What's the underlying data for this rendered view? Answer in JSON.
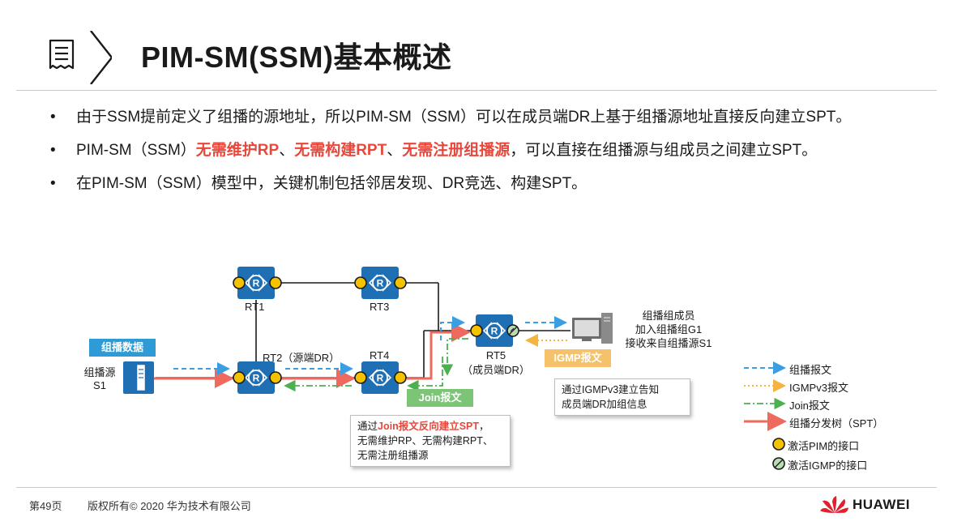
{
  "page": {
    "title": "PIM-SM(SSM)基本概述"
  },
  "bullets": [
    {
      "text": "由于SSM提前定义了组播的源地址，所以PIM-SM（SSM）可以在成员端DR上基于组播源地址直接反向建立SPT。"
    },
    {
      "pre": "PIM-SM（SSM）",
      "hl1": "无需维护RP",
      "sep1": "、",
      "hl2": "无需构建RPT",
      "sep2": "、",
      "hl3": "无需注册组播源",
      "post": "，可以直接在组播源与组成员之间建立SPT。"
    },
    {
      "text": "在PIM-SM（SSM）模型中，关键机制包括邻居发现、DR竞选、构建SPT。"
    }
  ],
  "diagram": {
    "routers": {
      "rt1": "RT1",
      "rt2": "RT2（源端DR）",
      "rt3": "RT3",
      "rt4": "RT4",
      "rt5_line1": "RT5",
      "rt5_line2": "（成员端DR）"
    },
    "source": {
      "tag": "组播数据",
      "line1": "组播源",
      "line2": "S1"
    },
    "member": {
      "line1": "组播组成员",
      "line2": "加入组播组G1",
      "line3": "接收来自组播源S1"
    },
    "igmp_tag": "IGMP报文",
    "igmp_note_line1": "通过IGMPv3建立告知",
    "igmp_note_line2": "成员端DR加组信息",
    "join_tag": "Join报文",
    "join_note_pre": "通过",
    "join_note_hl": "Join报文反向建立SPT",
    "join_note_post": "，",
    "join_note_line2": "无需维护RP、无需构建RPT、",
    "join_note_line3": "无需注册组播源"
  },
  "legend": {
    "multicast": "组播报文",
    "igmpv3": "IGMPv3报文",
    "join": "Join报文",
    "spt": "组播分发树（SPT）",
    "pim_if": "激活PIM的接口",
    "igmp_if": "激活IGMP的接口"
  },
  "colors": {
    "router_blue": "#1f6fb5",
    "interface_yellow": "#f5c200",
    "multicast_blue": "#3a9ee0",
    "igmp_orange": "#f5b340",
    "join_green": "#4caf50",
    "spt_red": "#ee6a5e",
    "highlight_red": "#e8473b",
    "tag_blue": "#2e9bd6",
    "tag_green": "#7cc576",
    "tag_orange": "#f5c26b"
  },
  "footer": {
    "page": "第49页",
    "copyright": "版权所有© 2020 华为技术有限公司",
    "brand": "HUAWEI"
  }
}
